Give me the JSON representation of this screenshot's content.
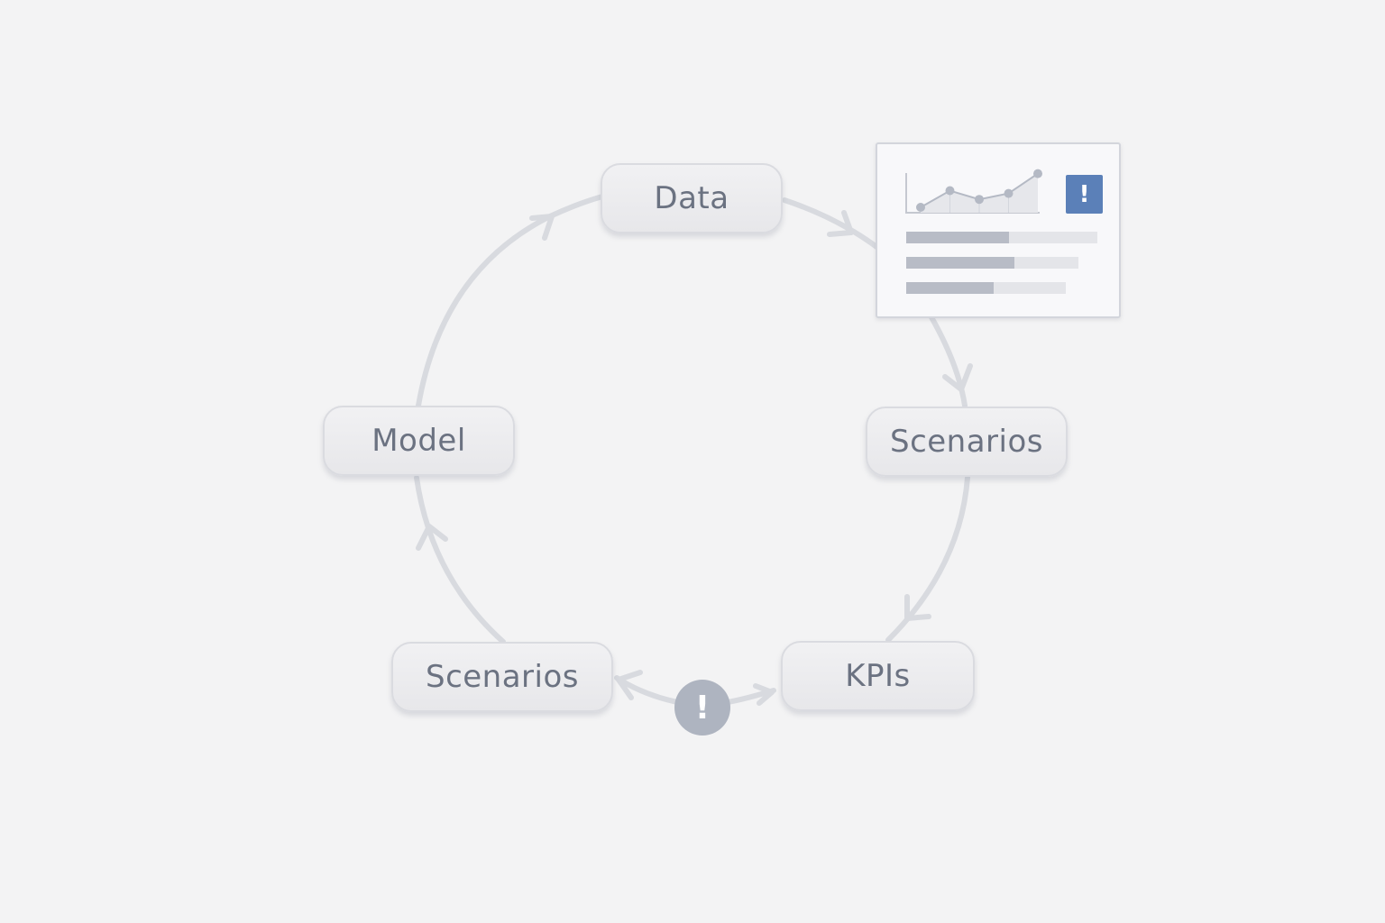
{
  "nodes": {
    "data": "Data",
    "scenarios_right": "Scenarios",
    "kpis": "KPIs",
    "scenarios_left": "Scenarios",
    "model": "Model"
  },
  "alerts": {
    "card_symbol": "!",
    "loop_symbol": "!"
  },
  "icons": {
    "card_alert": "exclamation-icon",
    "loop_alert": "exclamation-icon"
  },
  "card_preview": {
    "line_points": [
      0.0,
      0.42,
      0.2,
      0.35,
      0.85
    ],
    "bar_fills": [
      0.54,
      0.63,
      0.55
    ]
  },
  "colors": {
    "background": "#f3f3f4",
    "node_text": "#6b7281",
    "connector": "#d8dadf",
    "accent_alert": "#5b80b8",
    "muted_alert": "#aeb4c0",
    "bar_fill": "#b8bcc6",
    "bar_track": "#e4e5e9"
  }
}
